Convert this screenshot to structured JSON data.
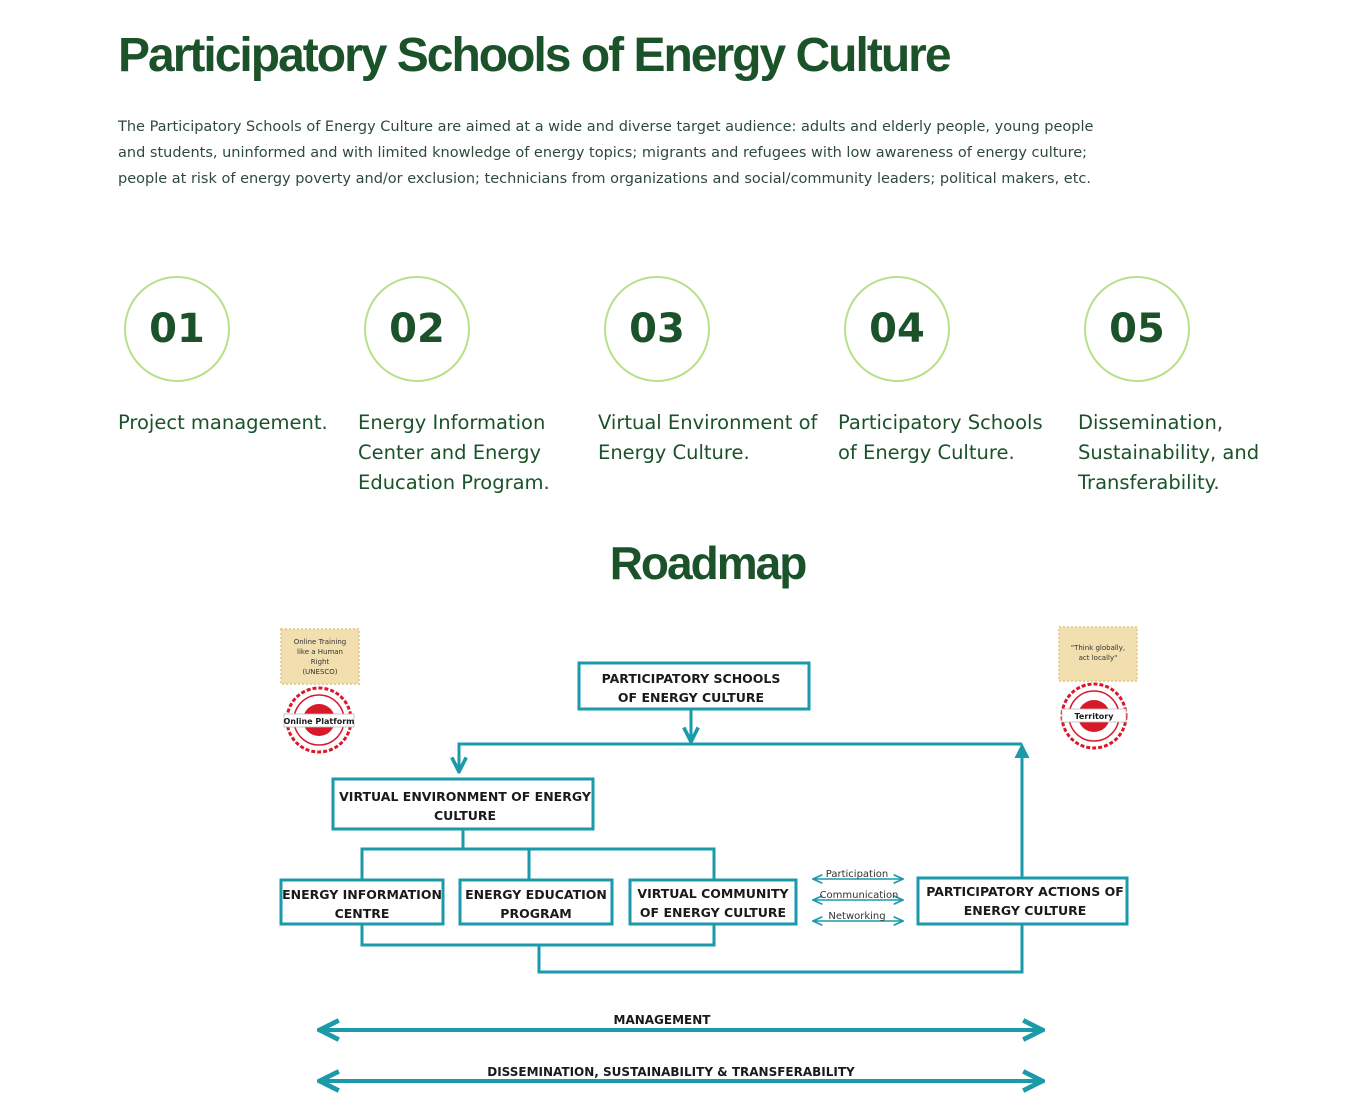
{
  "header": {
    "title": "Participatory Schools of Energy Culture",
    "intro": "The Participatory Schools of Energy Culture are aimed at a wide and diverse target audience: adults and elderly people, young people and students, uninformed and with limited knowledge of energy topics; migrants and refugees with low awareness of energy culture; people at risk of energy poverty and/or exclusion; technicians from organizations and social/community leaders; political makers, etc."
  },
  "steps": [
    {
      "number": "01",
      "label": "Project management."
    },
    {
      "number": "02",
      "label": "Energy Information Center and Energy Education Program."
    },
    {
      "number": "03",
      "label": "Virtual Environment of Energy Culture."
    },
    {
      "number": "04",
      "label": "Participatory Schools of Energy Culture."
    },
    {
      "number": "05",
      "label": "Dissemination, Sustainability, and Transferability."
    }
  ],
  "roadmap": {
    "title": "Roadmap",
    "top_box": [
      "PARTICIPATORY SCHOOLS",
      "OF ENERGY CULTURE"
    ],
    "virtual_box": [
      "VIRTUAL ENVIRONMENT OF ENERGY",
      "CULTURE"
    ],
    "info_box": [
      "ENERGY INFORMATION",
      "CENTRE"
    ],
    "education_box": [
      "ENERGY EDUCATION",
      "PROGRAM"
    ],
    "community_box": [
      "VIRTUAL COMMUNITY",
      "OF ENERGY CULTURE"
    ],
    "actions_box": [
      "PARTICIPATORY ACTIONS OF",
      "ENERGY CULTURE"
    ],
    "links": [
      "Participation",
      "Communication",
      "Networking"
    ],
    "left_note": [
      "Online Training",
      "like a Human",
      "Right",
      "(UNESCO)"
    ],
    "left_seal": "Online Platform",
    "right_note": [
      "\"Think globally,",
      "act locally\""
    ],
    "right_seal": "Territory",
    "management": "MANAGEMENT",
    "dissemination": "DISSEMINATION, SUSTAINABILITY & TRANSFERABILITY",
    "colors": {
      "line": "#1b9aaa",
      "seal": "#d8192a",
      "note": "#f2dfb0"
    }
  }
}
